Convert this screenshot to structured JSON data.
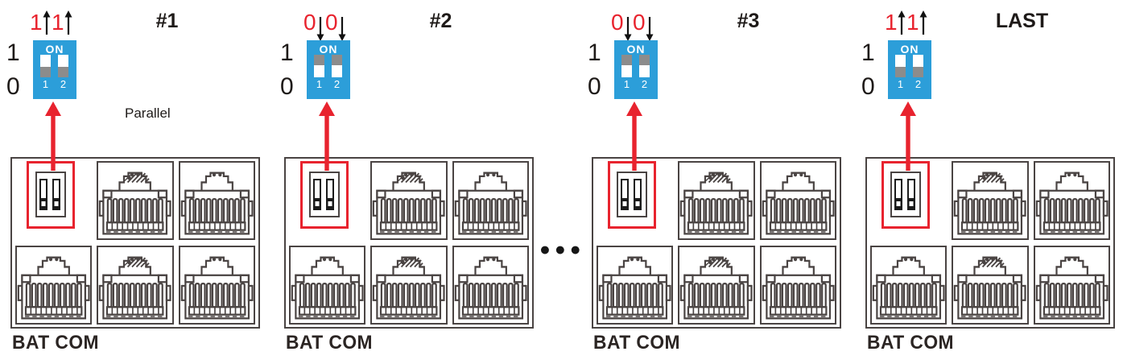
{
  "colors": {
    "switch_blue": "#2C9ED9",
    "highlight_red": "#E8232E",
    "line_gray": "#4A4443",
    "knob_gray": "#8C8C8C",
    "text_dark": "#1E1A18"
  },
  "panels": [
    {
      "label": "#1",
      "note": "Parallel",
      "scale": {
        "top": "1",
        "bottom": "0"
      },
      "bits": [
        {
          "value": "1",
          "dir": "up"
        },
        {
          "value": "1",
          "dir": "up"
        }
      ],
      "dip": {
        "on_label": "ON",
        "numbers": [
          "1",
          "2"
        ],
        "states": [
          "on",
          "on"
        ]
      },
      "port_label": "BAT COM"
    },
    {
      "label": "#2",
      "note": "",
      "scale": {
        "top": "1",
        "bottom": "0"
      },
      "bits": [
        {
          "value": "0",
          "dir": "down"
        },
        {
          "value": "0",
          "dir": "down"
        }
      ],
      "dip": {
        "on_label": "ON",
        "numbers": [
          "1",
          "2"
        ],
        "states": [
          "off",
          "off"
        ]
      },
      "port_label": "BAT COM"
    },
    {
      "label": "#3",
      "note": "",
      "scale": {
        "top": "1",
        "bottom": "0"
      },
      "bits": [
        {
          "value": "0",
          "dir": "down"
        },
        {
          "value": "0",
          "dir": "down"
        }
      ],
      "dip": {
        "on_label": "ON",
        "numbers": [
          "1",
          "2"
        ],
        "states": [
          "off",
          "off"
        ]
      },
      "port_label": "BAT COM"
    },
    {
      "label": "LAST",
      "note": "",
      "scale": {
        "top": "1",
        "bottom": "0"
      },
      "bits": [
        {
          "value": "1",
          "dir": "up"
        },
        {
          "value": "1",
          "dir": "up"
        }
      ],
      "dip": {
        "on_label": "ON",
        "numbers": [
          "1",
          "2"
        ],
        "states": [
          "on",
          "on"
        ]
      },
      "port_label": "BAT COM"
    }
  ],
  "separator_dots": "●●●"
}
